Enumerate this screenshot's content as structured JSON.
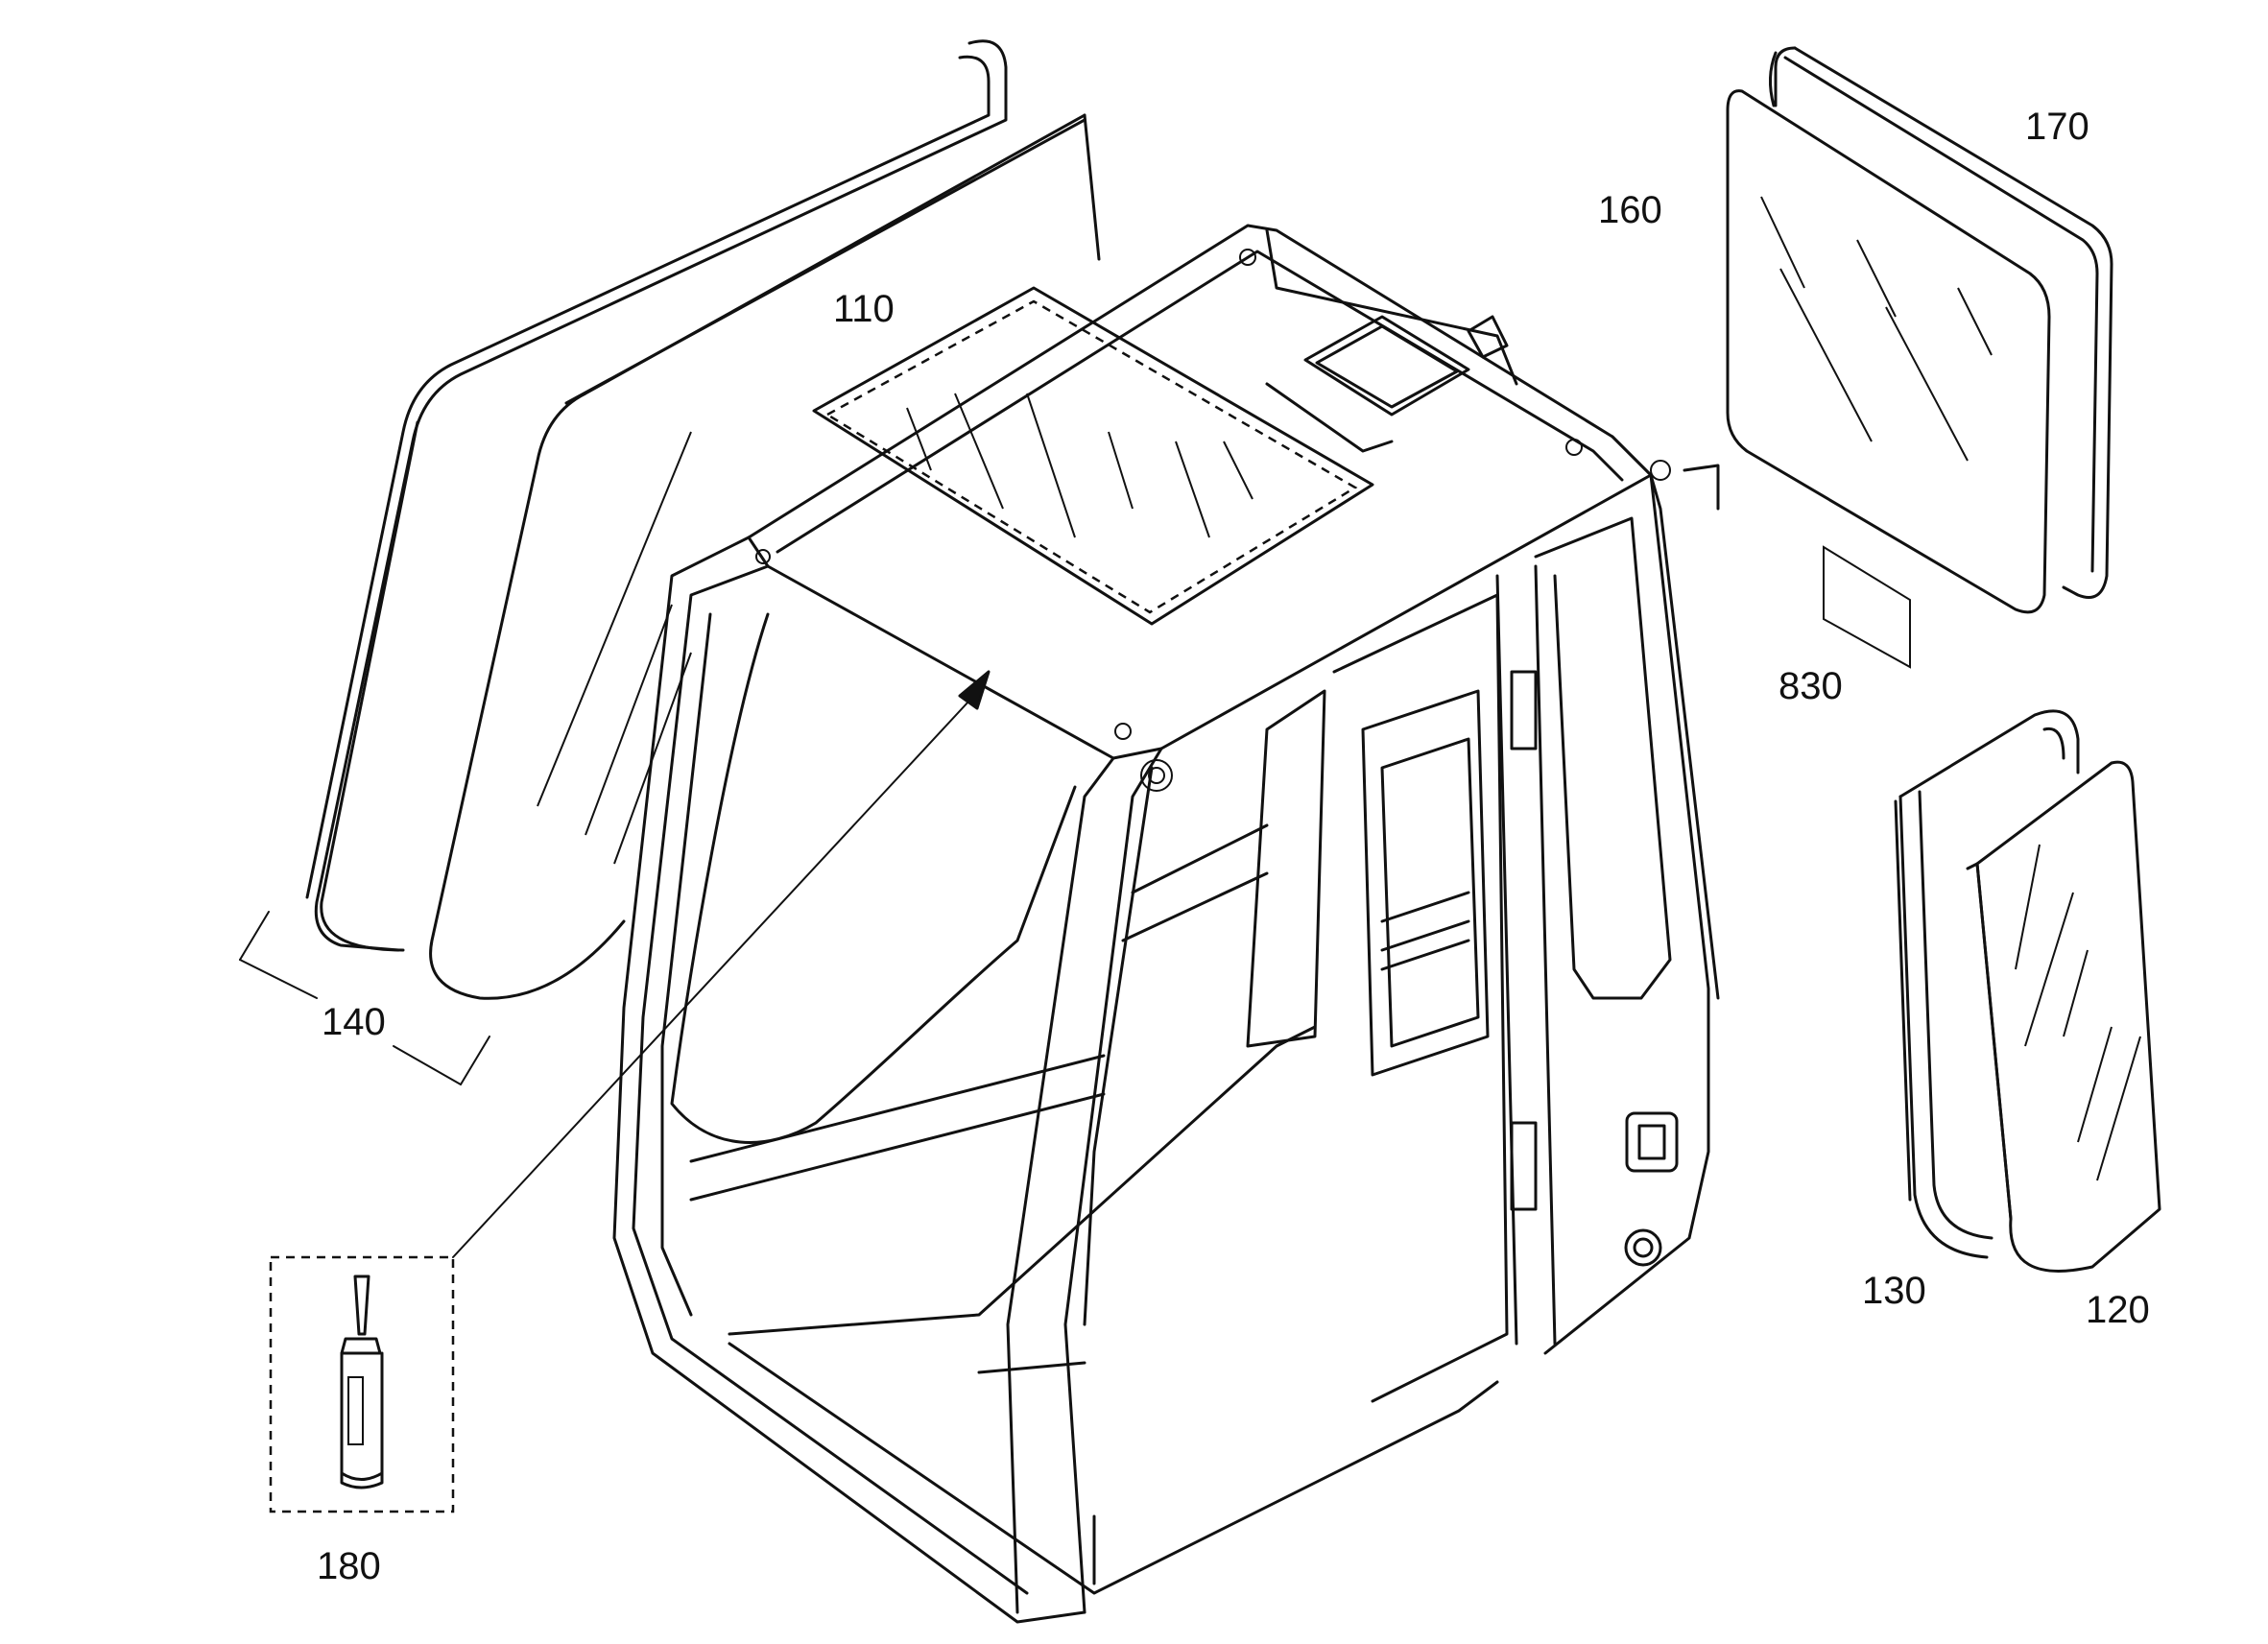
{
  "part_labels": {
    "p110": "110",
    "p120": "120",
    "p130": "130",
    "p140": "140",
    "p160": "160",
    "p170": "170",
    "p180": "180",
    "p830": "830"
  },
  "colors": {
    "line": "#111111",
    "background": "#ffffff"
  }
}
